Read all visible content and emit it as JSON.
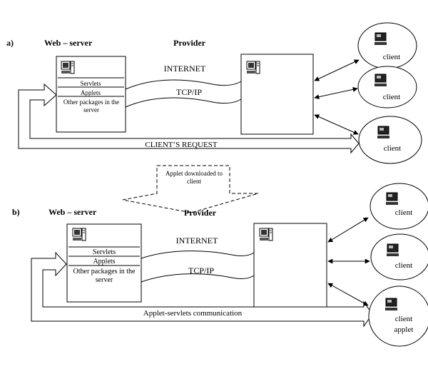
{
  "part_a": {
    "label": "a)",
    "web_server_title": "Web – server",
    "provider_title": "Provider",
    "server_items": [
      "Servlets",
      "Applets",
      "Other packages in the",
      "server"
    ],
    "internet_label": "INTERNET",
    "tcpip_label": "TCP/IP",
    "clients": [
      "client",
      "client",
      "client"
    ],
    "request_label": "CLIENT’S REQUEST"
  },
  "download": {
    "line1": "Applet downloaded to",
    "line2": "client"
  },
  "part_b": {
    "label": "b)",
    "web_server_title": "Web – server",
    "provider_title": "Provider",
    "server_items": [
      "Servlets",
      "Applets",
      "Other packages in the",
      "server"
    ],
    "internet_label": "INTERNET",
    "tcpip_label": "TCP/IP",
    "clients": [
      "client",
      "client",
      "client"
    ],
    "client_applet_extra": "applet",
    "communication_label": "Applet-servlets communication"
  },
  "icons": [
    "computer-icon"
  ]
}
